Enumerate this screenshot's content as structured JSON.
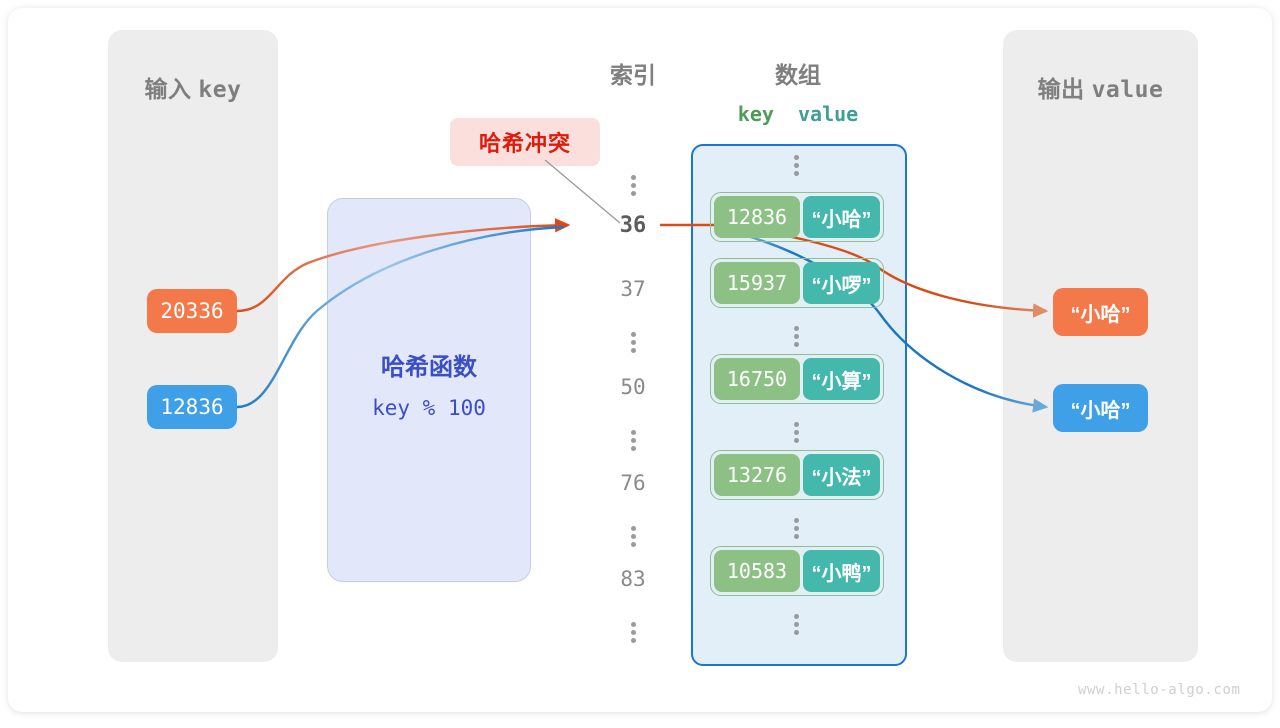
{
  "panels": {
    "input": {
      "title_cn": "输入",
      "title_mono": "key"
    },
    "output": {
      "title_cn": "输出",
      "title_mono": "value"
    }
  },
  "headers": {
    "index": "索引",
    "array": "数组",
    "key": "key",
    "value": "value"
  },
  "hash_function": {
    "title": "哈希函数",
    "expression": "key % 100"
  },
  "collision_label": "哈希冲突",
  "input_keys": [
    {
      "value": "20336",
      "color": "#f3794a"
    },
    {
      "value": "12836",
      "color": "#3fa0e8"
    }
  ],
  "output_values": [
    {
      "value": "“小哈”",
      "color": "#f3794a"
    },
    {
      "value": "“小哈”",
      "color": "#3fa0e8"
    }
  ],
  "index_column": [
    {
      "text": "⋮",
      "type": "ellipsis",
      "highlight": false
    },
    {
      "text": "36",
      "type": "number",
      "highlight": true
    },
    {
      "text": "37",
      "type": "number",
      "highlight": false
    },
    {
      "text": "⋮",
      "type": "ellipsis",
      "highlight": false
    },
    {
      "text": "50",
      "type": "number",
      "highlight": false
    },
    {
      "text": "⋮",
      "type": "ellipsis",
      "highlight": false
    },
    {
      "text": "76",
      "type": "number",
      "highlight": false
    },
    {
      "text": "⋮",
      "type": "ellipsis",
      "highlight": false
    },
    {
      "text": "83",
      "type": "number",
      "highlight": false
    },
    {
      "text": "⋮",
      "type": "ellipsis",
      "highlight": false
    }
  ],
  "array_rows": [
    {
      "key": "12836",
      "value": "“小哈”",
      "index": "36"
    },
    {
      "key": "15937",
      "value": "“小啰”",
      "index": "37"
    },
    {
      "key": "16750",
      "value": "“小算”",
      "index": "50"
    },
    {
      "key": "13276",
      "value": "“小法”",
      "index": "76"
    },
    {
      "key": "10583",
      "value": "“小鸭”",
      "index": "83"
    }
  ],
  "colors": {
    "key_cell": "#8cc084",
    "value_cell": "#45b8ae",
    "array_bg": "#e2eff9",
    "array_border": "#1976d2",
    "hash_bg": "#e3e7fa",
    "hash_text": "#3b4fc4",
    "collision_bg": "#fbdfdc",
    "collision_text": "#e01b0c",
    "orange": "#d94c17",
    "blue": "#1a76c4",
    "panel_bg": "#ededed"
  },
  "watermark": "www.hello-algo.com"
}
